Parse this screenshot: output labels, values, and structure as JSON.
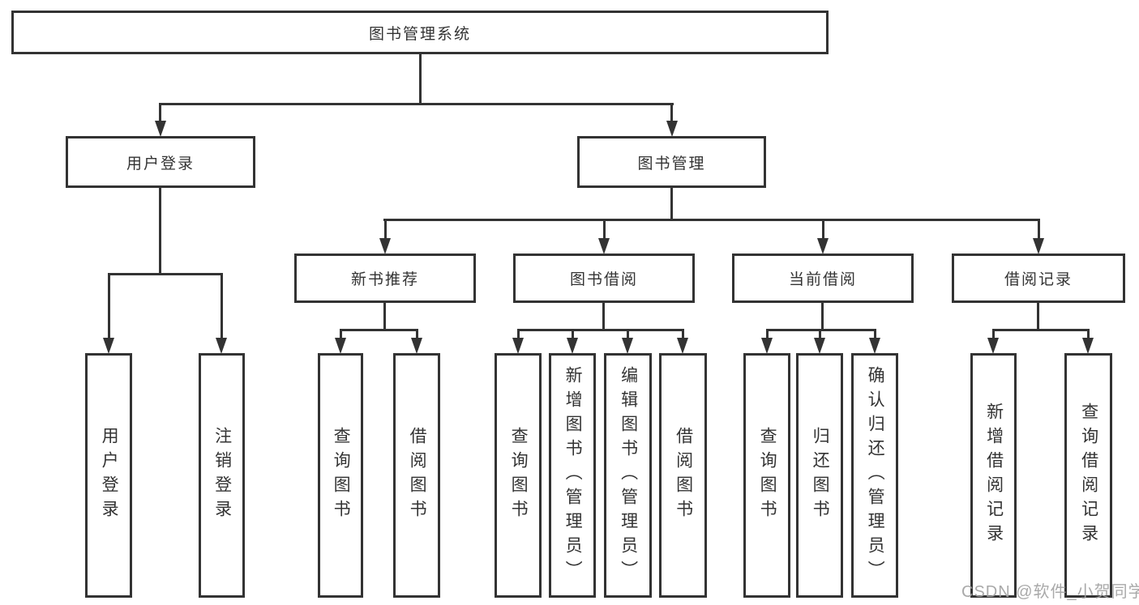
{
  "diagram": {
    "type": "functional-decomposition-tree",
    "tree": {
      "root": {
        "label": "图书管理系统",
        "children": [
          {
            "label": "用户登录",
            "children": [
              {
                "label": "用户登录"
              },
              {
                "label": "注销登录"
              }
            ]
          },
          {
            "label": "图书管理",
            "children": [
              {
                "label": "新书推荐",
                "children": [
                  {
                    "label": "查询图书"
                  },
                  {
                    "label": "借阅图书"
                  }
                ]
              },
              {
                "label": "图书借阅",
                "children": [
                  {
                    "label": "查询图书"
                  },
                  {
                    "label": "新增图书（管理员）"
                  },
                  {
                    "label": "编辑图书（管理员）"
                  },
                  {
                    "label": "借阅图书"
                  }
                ]
              },
              {
                "label": "当前借阅",
                "children": [
                  {
                    "label": "查询图书"
                  },
                  {
                    "label": "归还图书"
                  },
                  {
                    "label": "确认归还（管理员）"
                  }
                ]
              },
              {
                "label": "借阅记录",
                "children": [
                  {
                    "label": "新增借阅记录"
                  },
                  {
                    "label": "查询借阅记录"
                  }
                ]
              }
            ]
          }
        ]
      }
    },
    "colors": {
      "line": "#333333",
      "box_border": "#333333",
      "text": "#333333",
      "background": "#ffffff",
      "watermark": "#a2a2a2"
    }
  },
  "watermark": {
    "text": "CSDN @软件_小贺同学"
  }
}
